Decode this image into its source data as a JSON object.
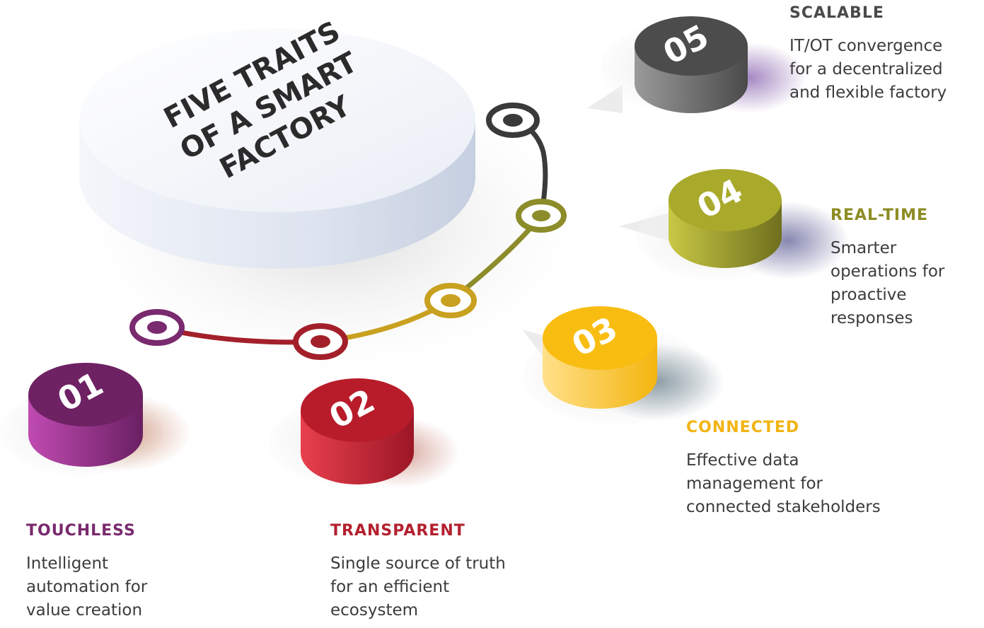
{
  "title": {
    "lines": [
      "FIVE TRAITS",
      "OF A SMART",
      "FACTORY"
    ]
  },
  "traits": [
    {
      "number": "01",
      "heading": "TOUCHLESS",
      "color": "#7a2a6e",
      "lines": [
        "Intelligent",
        "automation for",
        "value creation"
      ]
    },
    {
      "number": "02",
      "heading": "TRANSPARENT",
      "color": "#b3202f",
      "lines": [
        "Single source of truth",
        "for an efficient",
        "ecosystem"
      ]
    },
    {
      "number": "03",
      "heading": "CONNECTED",
      "color": "#f2b413",
      "lines": [
        "Effective data",
        "management for",
        "connected stakeholders"
      ]
    },
    {
      "number": "04",
      "heading": "REAL-TIME",
      "color": "#8c8c24",
      "lines": [
        "Smarter",
        "operations for",
        "proactive",
        "responses"
      ]
    },
    {
      "number": "05",
      "heading": "SCALABLE",
      "color": "#4a4a4a",
      "lines": [
        "IT/OT convergence",
        "for a decentralized",
        "and flexible factory"
      ]
    }
  ]
}
